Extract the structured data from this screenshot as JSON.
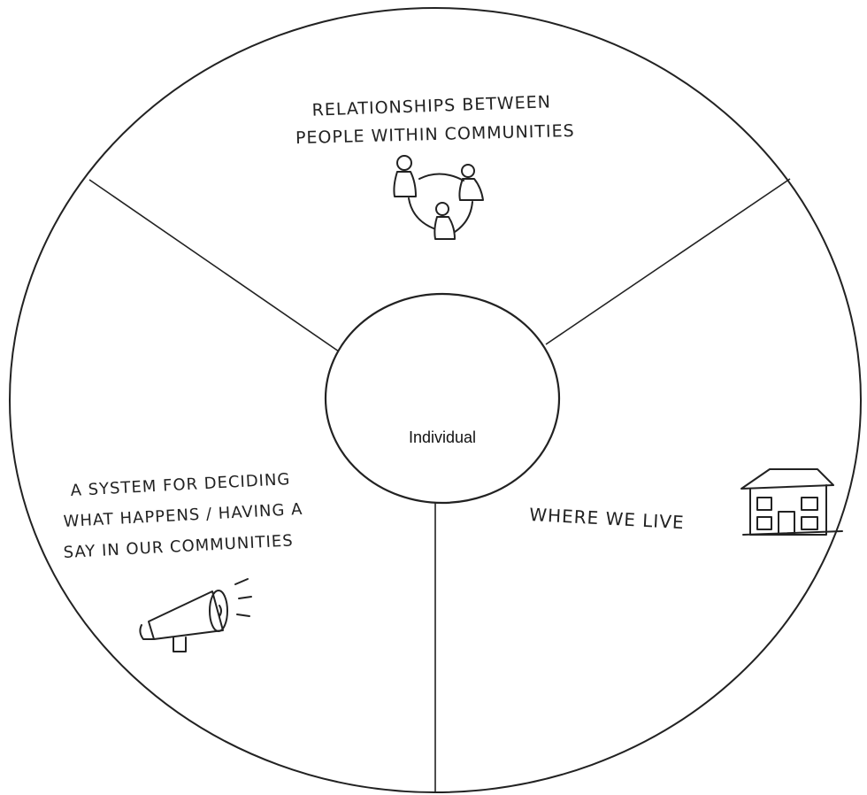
{
  "center": {
    "label": "Individual"
  },
  "segments": {
    "top": {
      "line1": "RELATIONSHIPS BETWEEN",
      "line2": "PEOPLE WITHIN COMMUNITIES",
      "icon": "people-network-icon"
    },
    "left": {
      "line1": "A SYSTEM FOR DECIDING",
      "line2": "WHAT HAPPENS / HAVING A",
      "line3": "SAY IN OUR COMMUNITIES",
      "icon": "megaphone-icon"
    },
    "right": {
      "line1": "WHERE WE LIVE",
      "icon": "house-icon"
    }
  },
  "colors": {
    "stroke": "#222222",
    "background": "#ffffff"
  }
}
